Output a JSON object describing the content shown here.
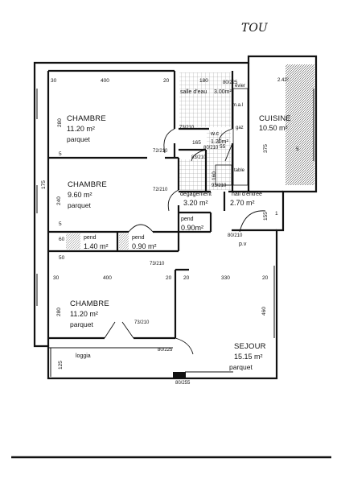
{
  "header": {
    "stamp": "TOU"
  },
  "rooms": {
    "chambre_1": {
      "name": "CHAMBRE",
      "area": "11.20 m²",
      "floor": "parquet"
    },
    "chambre_2": {
      "name": "CHAMBRE",
      "area": "9.60 m²",
      "floor": "parquet"
    },
    "chambre_3": {
      "name": "CHAMBRE",
      "area": "11.20 m²",
      "floor": "parquet"
    },
    "salle_eau": {
      "name": "salle d'eau",
      "area": "3.00m²"
    },
    "cuisine": {
      "name": "CUISINE",
      "area": "10.50 m²"
    },
    "wc": {
      "name": "w.c",
      "area": "1.20m²"
    },
    "degagement": {
      "name": "dégagement",
      "area": "3.20 m²"
    },
    "hall": {
      "name": "hall d'entrée",
      "area": "2.70 m²"
    },
    "pend_small": {
      "name": "pend",
      "area": "0.90m²"
    },
    "pend_1": {
      "name": "pend",
      "area": "1.40 m²"
    },
    "pend_2": {
      "name": "pend",
      "area": "0.90 m²"
    },
    "sejour": {
      "name": "SEJOUR",
      "area": "15.15 m²",
      "floor": "parquet"
    },
    "loggia": {
      "name": "loggia"
    }
  },
  "fixtures": {
    "evier": "évier",
    "mal": "m.a.l",
    "gaz": "gaz",
    "table": "table",
    "pv": "p.v",
    "cuisine_dim": "2.42²"
  },
  "door_labels": [
    "72/210",
    "72/210",
    "73/210",
    "83/210",
    "73/210",
    "93/210",
    "80/210",
    "80/225",
    "73/210",
    "80/225",
    "80/255",
    "80/210"
  ],
  "dimensions": {
    "d30_top": "30",
    "d400_top": "400",
    "d20_top": "20",
    "d180": "180",
    "d280_v": "280",
    "d5_a": "5",
    "d240_v": "240",
    "d5_b": "5",
    "d60_v": "60",
    "d50_v": "50",
    "d30_mid": "30",
    "d400_mid": "400",
    "d20_mid": "20",
    "d20_mid2": "20",
    "d330": "330",
    "d20_right": "20",
    "d280_low": "280",
    "d125": "125",
    "d460": "460",
    "d155": "155",
    "d375": "375",
    "d5_c": "5",
    "d55": "55",
    "d165": "165",
    "d1": "1",
    "d160": "160",
    "d175": "175"
  }
}
